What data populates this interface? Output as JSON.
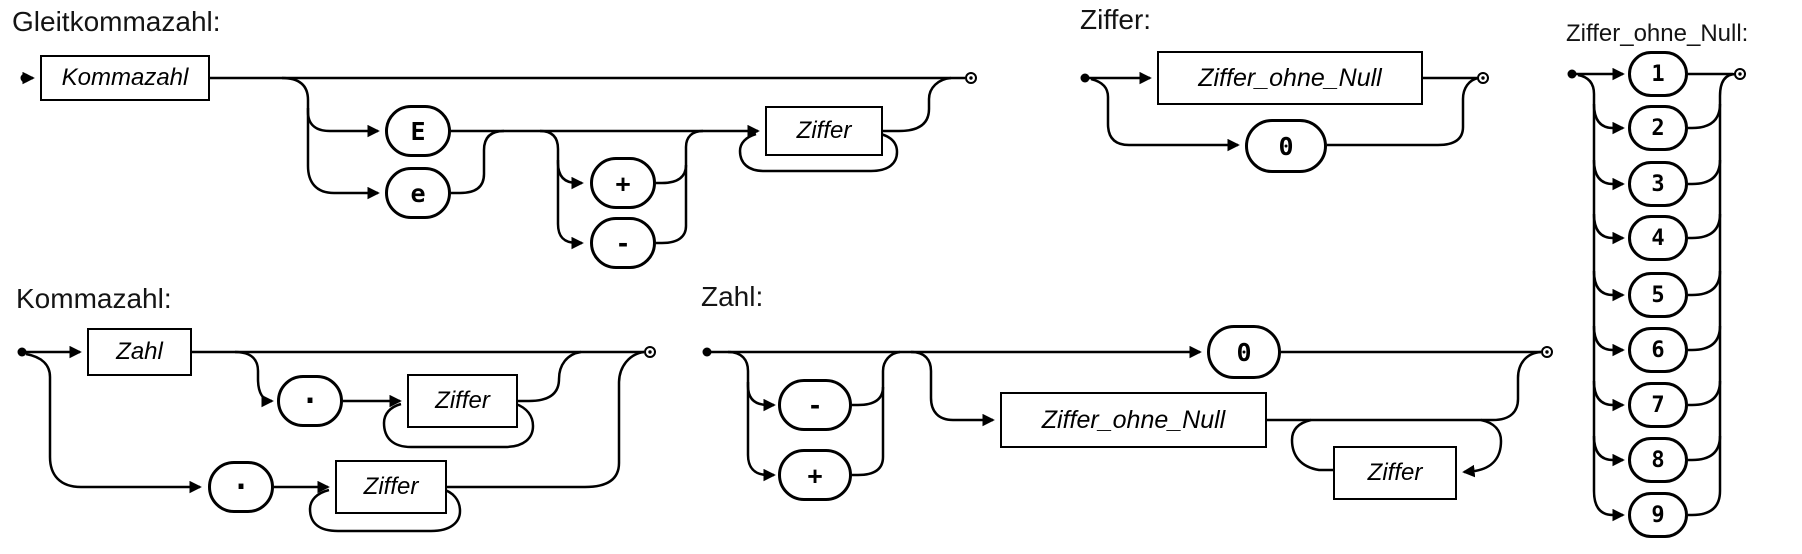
{
  "colors": {
    "line": "#000000",
    "background": "#ffffff",
    "text": "#141414"
  },
  "diagrams": {
    "gleitkommazahl": {
      "title": "Gleitkommazahl:",
      "kommazahl_ref": "Kommazahl",
      "terminal_E": "E",
      "terminal_e": "e",
      "terminal_plus": "+",
      "terminal_minus": "-",
      "ziffer_ref": "Ziffer"
    },
    "ziffer": {
      "title": "Ziffer:",
      "ziffer_ohne_null_ref": "Ziffer_ohne_Null",
      "terminal_zero": "0"
    },
    "ziffer_ohne_null": {
      "title": "Ziffer_ohne_Null:",
      "digits": [
        "1",
        "2",
        "3",
        "4",
        "5",
        "6",
        "7",
        "8",
        "9"
      ]
    },
    "kommazahl": {
      "title": "Kommazahl:",
      "zahl_ref": "Zahl",
      "terminal_dot_upper": ".",
      "ziffer_ref_upper": "Ziffer",
      "terminal_dot_lower": ".",
      "ziffer_ref_lower": "Ziffer"
    },
    "zahl": {
      "title": "Zahl:",
      "terminal_minus": "-",
      "terminal_plus": "+",
      "terminal_zero": "0",
      "ziffer_ohne_null_ref": "Ziffer_ohne_Null",
      "ziffer_ref": "Ziffer"
    }
  }
}
